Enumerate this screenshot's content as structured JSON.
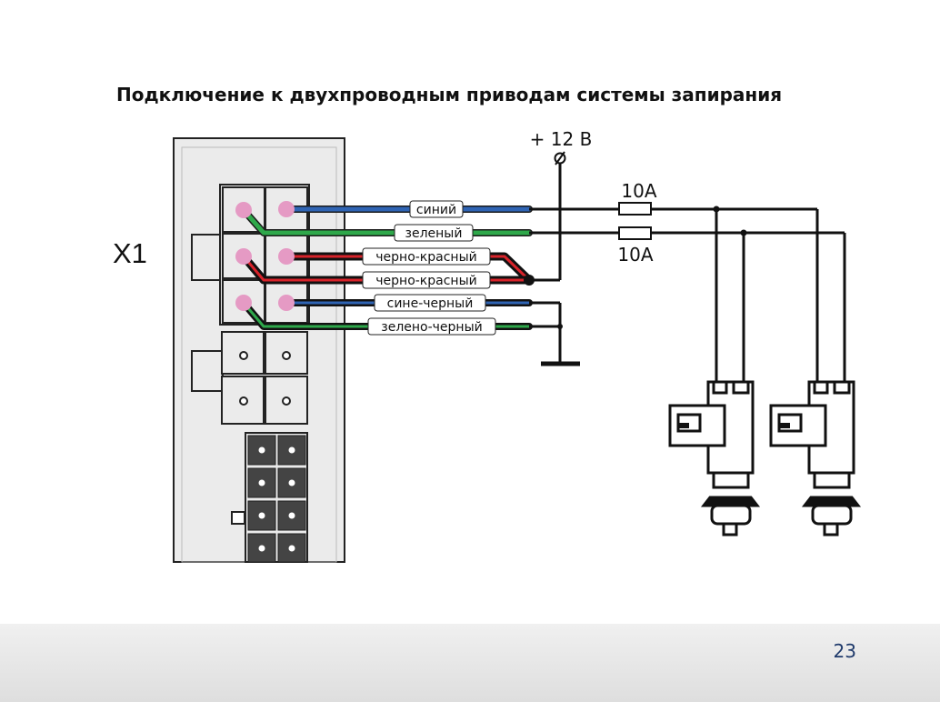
{
  "title": "Подключение к двухпроводным приводам системы запирания",
  "connector_label": "X1",
  "power_label": "+ 12 В",
  "fuses": [
    "10А",
    "10А"
  ],
  "wires": [
    "синий",
    "зеленый",
    "черно-красный",
    "черно-красный",
    "сине-черный",
    "зелено-черный"
  ],
  "colors": {
    "blue": "#2f64b4",
    "green": "#2ea84a",
    "red": "#d8232a",
    "black": "#111111",
    "pin": "#e59ac4"
  },
  "page_number": "23"
}
